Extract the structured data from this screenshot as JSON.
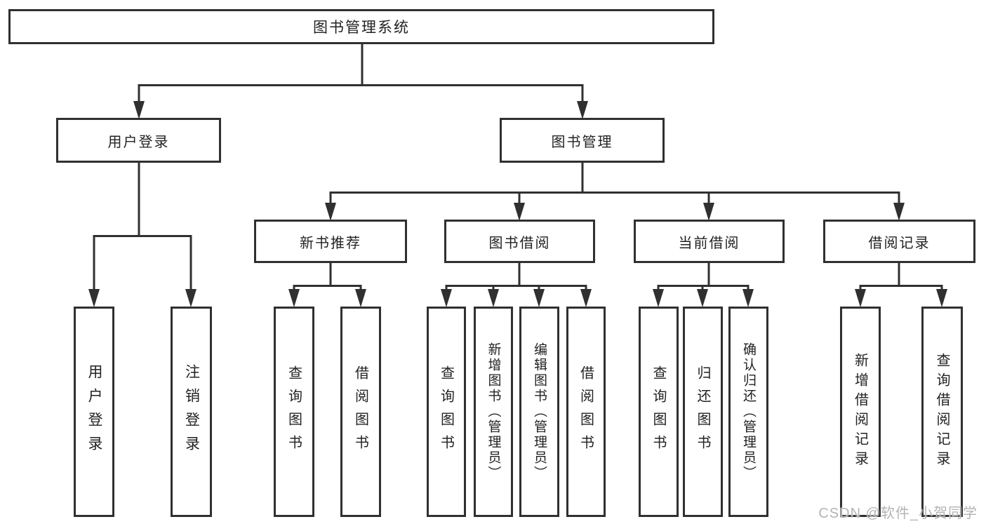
{
  "tree": {
    "label": "图书管理系统",
    "children": [
      {
        "label": "用户登录",
        "children": [
          {
            "label": "用户登录"
          },
          {
            "label": "注销登录"
          }
        ]
      },
      {
        "label": "图书管理",
        "children": [
          {
            "label": "新书推荐",
            "children": [
              {
                "label": "查询图书"
              },
              {
                "label": "借阅图书"
              }
            ]
          },
          {
            "label": "图书借阅",
            "children": [
              {
                "label": "查询图书"
              },
              {
                "label": "新增图书（管理员）"
              },
              {
                "label": "编辑图书（管理员）"
              },
              {
                "label": "借阅图书"
              }
            ]
          },
          {
            "label": "当前借阅",
            "children": [
              {
                "label": "查询图书"
              },
              {
                "label": "归还图书"
              },
              {
                "label": "确认归还（管理员）"
              }
            ]
          },
          {
            "label": "借阅记录",
            "children": [
              {
                "label": "新增借阅记录"
              },
              {
                "label": "查询借阅记录"
              }
            ]
          }
        ]
      }
    ]
  },
  "watermark": {
    "text": "CSDN @软件_小贺同学"
  },
  "colors": {
    "line": "#303030",
    "text": "#222222",
    "watermark": "#b4b4b4"
  }
}
